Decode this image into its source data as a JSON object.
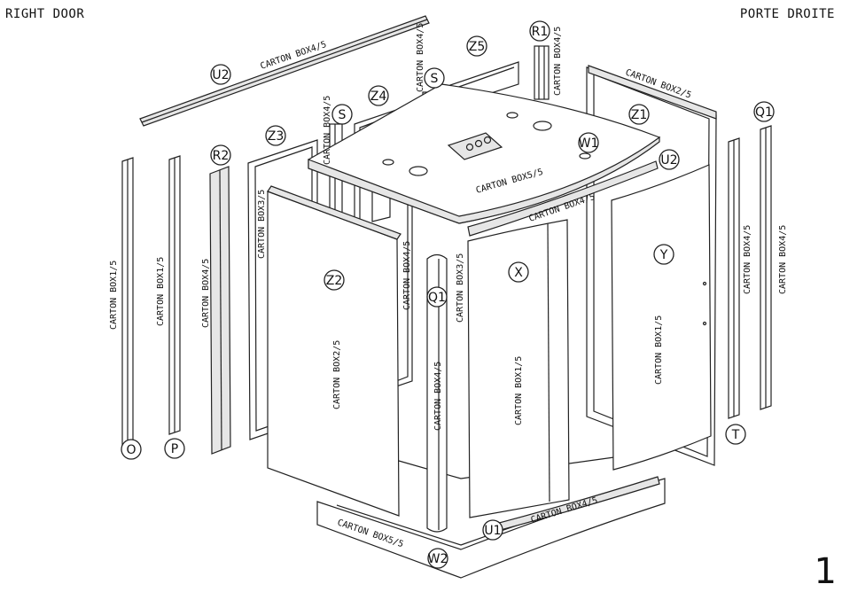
{
  "header": {
    "left": "RIGHT DOOR",
    "right": "PORTE DROITE"
  },
  "page_number": "1",
  "labels": {
    "o": "O",
    "p": "P",
    "r2": "R2",
    "z3": "Z3",
    "s_left": "S",
    "z4": "Z4",
    "s_mid": "S",
    "u2_top": "U2",
    "z5": "Z5",
    "r1": "R1",
    "z1": "Z1",
    "q1_right": "Q1",
    "w1": "W1",
    "u2_right": "U2",
    "y": "Y",
    "x": "X",
    "z2": "Z2",
    "q1_center": "Q1",
    "t": "T",
    "u1": "U1",
    "w2": "W2"
  },
  "cartons": {
    "u2_bar": "CARTON BOX4/5",
    "s_left_post": "CARTON BOX4/5",
    "s_mid_post": "CARTON BOX4/5",
    "r1_post": "CARTON BOX4/5",
    "z1_panel": "CARTON BOX2/5",
    "o_profile": "CARTON BOX1/5",
    "p_profile": "CARTON BOX1/5",
    "r2_profile": "CARTON BOX4/5",
    "z3_panel": "CARTON BOX3/5",
    "w1_roof": "CARTON BOX5/5",
    "u2_track": "CARTON BOX4/5",
    "z2_panel": "CARTON BOX2/5",
    "q1_center_post": "CARTON BOX4/5",
    "z5_post": "CARTON BOX4/5",
    "z4_post": "CARTON BOX3/5",
    "x_door": "CARTON BOX1/5",
    "y_door": "CARTON BOX1/5",
    "t_profile": "CARTON BOX4/5",
    "q1_right_profile": "CARTON BOX4/5",
    "u1_track": "CARTON BOX4/5",
    "w2_tray": "CARTON BOX5/5"
  }
}
